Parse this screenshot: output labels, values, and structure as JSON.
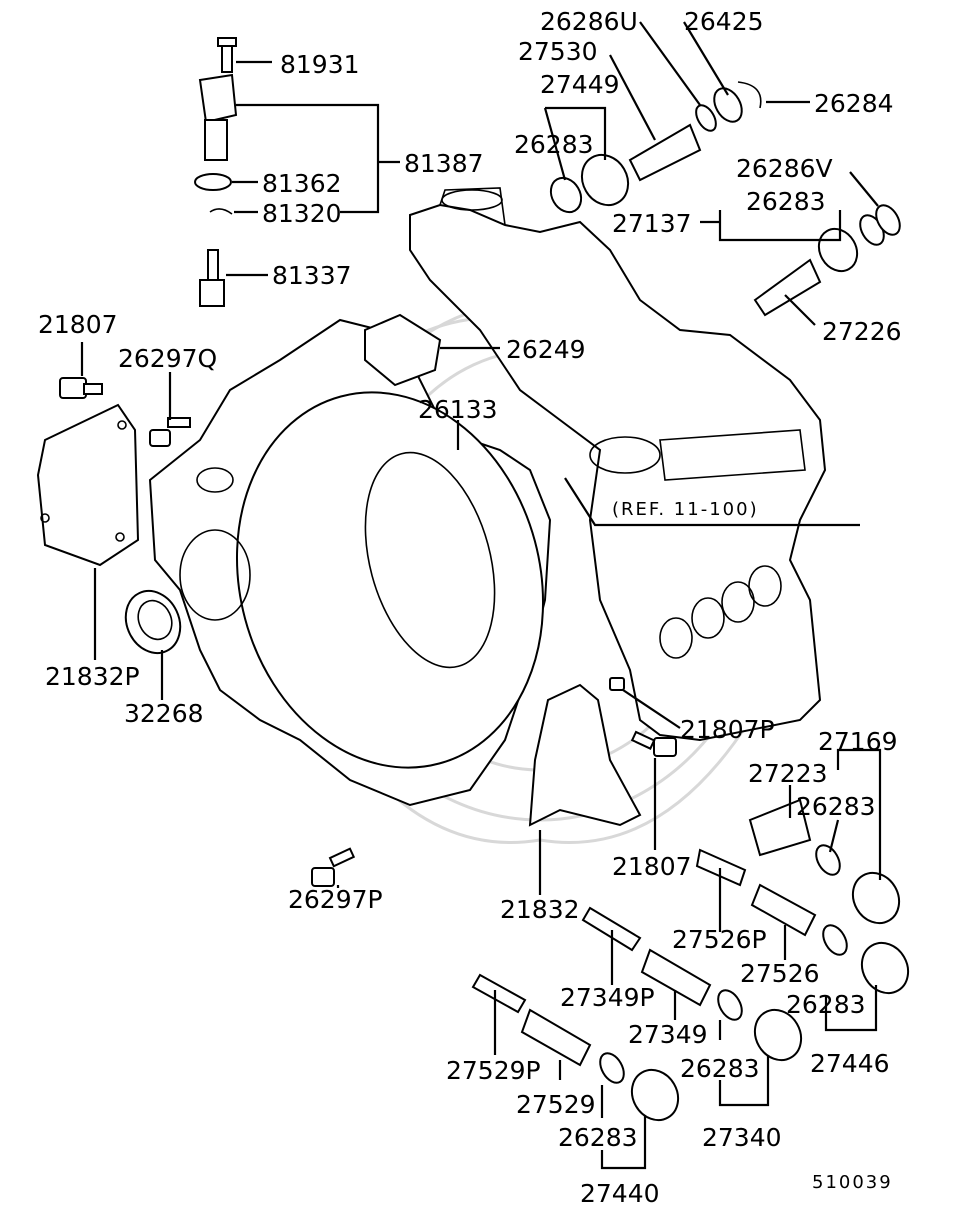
{
  "diagram": {
    "reference_note": "(REF. 11-100)",
    "drawing_number": "510039",
    "labels": {
      "p81931": "81931",
      "p81387": "81387",
      "p81362": "81362",
      "p81320": "81320",
      "p81337": "81337",
      "p21807_top": "21807",
      "p26297q": "26297Q",
      "p26249": "26249",
      "p26133": "26133",
      "p21832p": "21832P",
      "p32268": "32268",
      "p26297p": "26297P",
      "p21832": "21832",
      "p21807_mid": "21807",
      "p21807p": "21807P",
      "p26286u": "26286U",
      "p26425": "26425",
      "p27530": "27530",
      "p27449": "27449",
      "p26284": "26284",
      "p26283_a": "26283",
      "p26286v": "26286V",
      "p26283_b": "26283",
      "p27137": "27137",
      "p27226": "27226",
      "p27169": "27169",
      "p27223": "27223",
      "p26283_c": "26283",
      "p27526p": "27526P",
      "p27526": "27526",
      "p26283_d": "26283",
      "p27446": "27446",
      "p27349p": "27349P",
      "p27349": "27349",
      "p26283_e": "26283",
      "p27340": "27340",
      "p27529p": "27529P",
      "p27529": "27529",
      "p26283_f": "26283",
      "p27440": "27440"
    }
  }
}
